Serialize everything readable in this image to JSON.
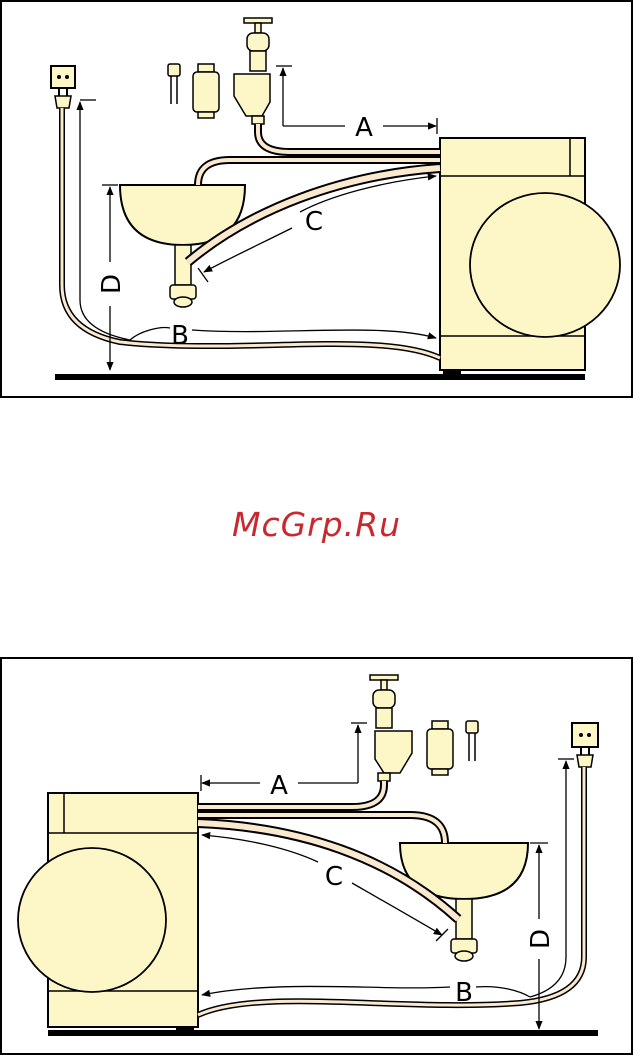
{
  "watermark": {
    "text": "McGrp.Ru",
    "color": "#c8282e"
  },
  "colors": {
    "fixture": "#fdf7c8",
    "stroke": "#000000",
    "hose": "#fbe9cf",
    "floor": "#000000"
  },
  "icons": [
    "socket-icon",
    "plug-icon",
    "tap-icon",
    "valve-icon",
    "filter-icon",
    "connector-icon",
    "sink-icon",
    "washing-machine-icon"
  ],
  "diagram_top": {
    "labels": {
      "a": "A",
      "b": "B",
      "c": "C",
      "d": "D"
    }
  },
  "diagram_bottom": {
    "labels": {
      "a": "A",
      "b": "B",
      "c": "C",
      "d": "D"
    }
  }
}
